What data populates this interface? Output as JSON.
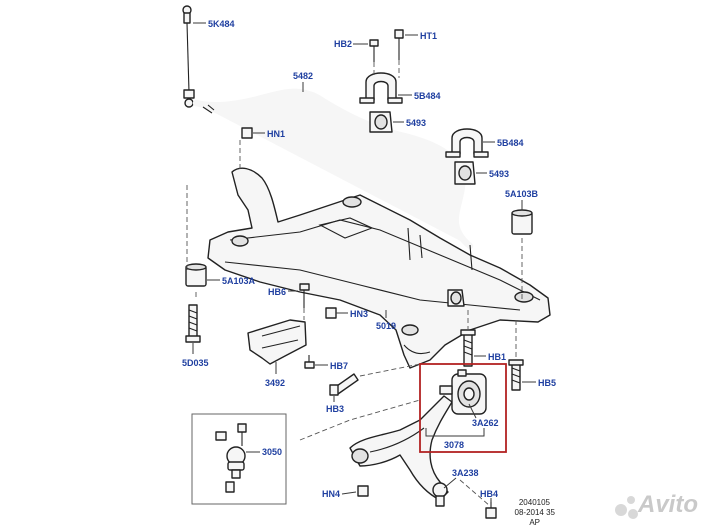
{
  "callouts": [
    {
      "id": "5K484",
      "text": "5K484"
    },
    {
      "id": "HB2",
      "text": "HB2"
    },
    {
      "id": "HT1",
      "text": "HT1"
    },
    {
      "id": "5482",
      "text": "5482"
    },
    {
      "id": "5B484-top",
      "text": "5B484"
    },
    {
      "id": "HN1",
      "text": "HN1"
    },
    {
      "id": "5493-top",
      "text": "5493"
    },
    {
      "id": "5B484-mid",
      "text": "5B484"
    },
    {
      "id": "5493-mid",
      "text": "5493"
    },
    {
      "id": "5A103B",
      "text": "5A103B"
    },
    {
      "id": "5A103A",
      "text": "5A103A"
    },
    {
      "id": "HB6",
      "text": "HB6"
    },
    {
      "id": "HN3",
      "text": "HN3"
    },
    {
      "id": "5019",
      "text": "5019"
    },
    {
      "id": "5D035",
      "text": "5D035"
    },
    {
      "id": "HB1",
      "text": "HB1"
    },
    {
      "id": "HB7",
      "text": "HB7"
    },
    {
      "id": "HB5",
      "text": "HB5"
    },
    {
      "id": "3492",
      "text": "3492"
    },
    {
      "id": "HB3",
      "text": "HB3"
    },
    {
      "id": "3A262",
      "text": "3A262"
    },
    {
      "id": "3078",
      "text": "3078"
    },
    {
      "id": "3050",
      "text": "3050"
    },
    {
      "id": "3A238",
      "text": "3A238"
    },
    {
      "id": "HN4",
      "text": "HN4"
    },
    {
      "id": "HB4",
      "text": "HB4"
    }
  ],
  "footer": {
    "line1": "2040105",
    "line2": "08-2014 35",
    "line3": "AP"
  },
  "watermark": {
    "text": "Avito",
    "color": "#c9c9c9"
  },
  "colors": {
    "callout": "#1f3fa0",
    "highlight_box": "#b22222"
  }
}
